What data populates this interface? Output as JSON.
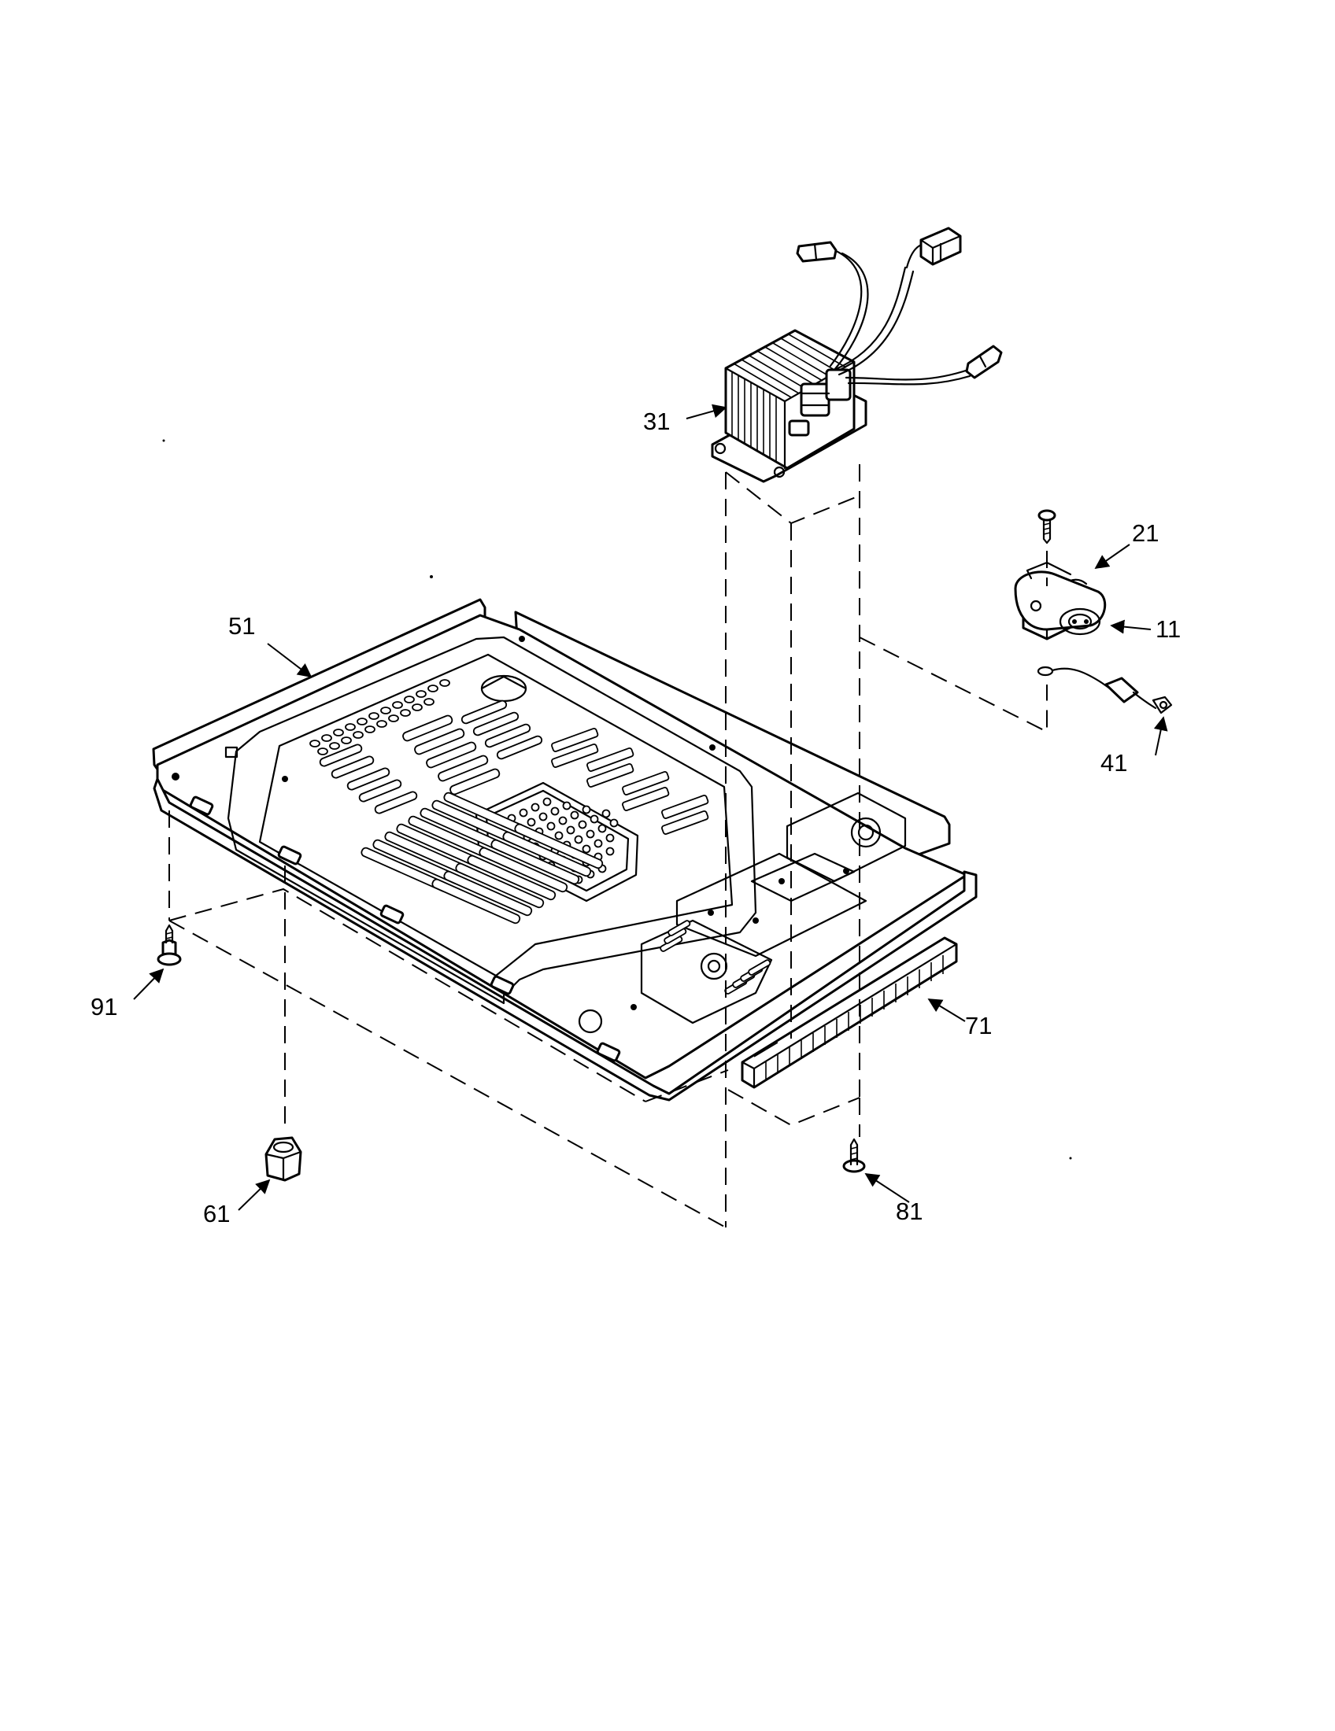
{
  "callouts": {
    "c11": "11",
    "c21": "21",
    "c31": "31",
    "c41": "41",
    "c51": "51",
    "c61": "61",
    "c71": "71",
    "c81": "81",
    "c91": "91"
  }
}
